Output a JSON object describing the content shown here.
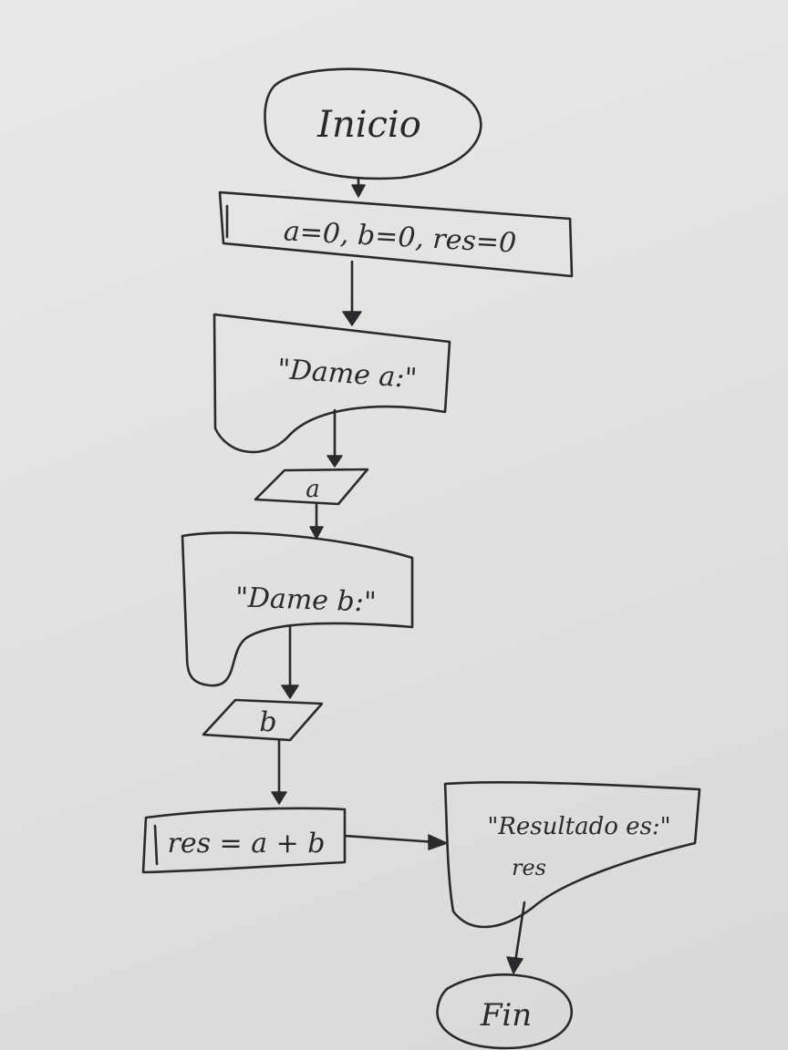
{
  "diagram": {
    "nodes": {
      "start": "Inicio",
      "init": "a=0, b=0, res=0",
      "prompt_a": "\"Dame a:\"",
      "input_a": "a",
      "prompt_b": "\"Dame b:\"",
      "input_b": "b",
      "process": "res = a + b",
      "output_label": "\"Resultado es:\"",
      "output_var": "res",
      "end": "Fin"
    },
    "ink_color": "#2a2a2e"
  }
}
